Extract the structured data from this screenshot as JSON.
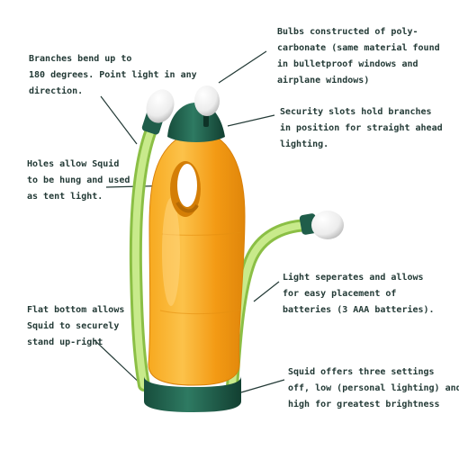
{
  "callouts": {
    "branches": "Branches bend up to\n180 degrees. Point light in any\ndirection.",
    "bulbs": "Bulbs constructed of poly-\ncarbonate (same material found\nin bulletproof windows and\nairplane windows)",
    "security": "Security slots hold branches\nin position for straight ahead\nlighting.",
    "holes": "Holes allow Squid\nto be hung and used\nas tent light.",
    "light_separates": "Light seperates and allows\nfor easy placement of\nbatteries (3 AAA batteries).",
    "flat_bottom": "Flat bottom allows\nSquid to securely\nstand up-right",
    "settings": "Squid offers three settings\noff, low (personal lighting) and\nhigh for greatest brightness"
  },
  "colors": {
    "body_orange": "#f6a11c",
    "cap_green": "#1f5d4a",
    "branch_green": "#b9e27a",
    "bulb_white": "#f4f4f4",
    "text": "#233a36"
  }
}
